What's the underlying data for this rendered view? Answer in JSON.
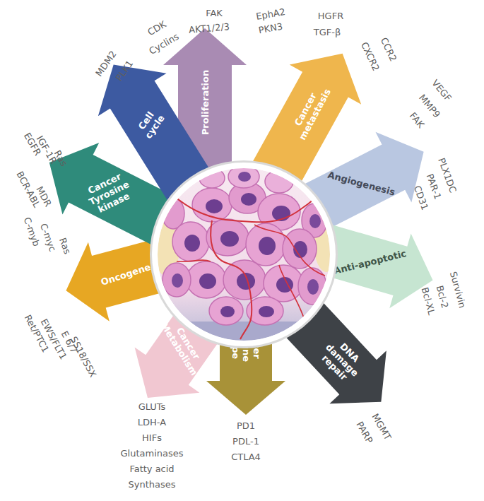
{
  "diagram": {
    "nodes": [
      {
        "text": [
          "Proliferation"
        ]
      },
      {
        "text": [
          "Cancer metastasis"
        ]
      },
      {
        "text": [
          "Angiogenesis"
        ]
      },
      {
        "text": [
          "Anti-apoptotic"
        ]
      },
      {
        "text": [
          "DNA damage repair"
        ]
      },
      {
        "text": [
          "Cancer Immune escape"
        ]
      },
      {
        "text": [
          "Cancer Metabolism"
        ]
      },
      {
        "text": [
          "Oncogene"
        ]
      },
      {
        "text": [
          "Cancer Tyrosine kinase"
        ]
      },
      {
        "text": [
          "Cell cycle"
        ]
      }
    ],
    "labels": [
      "CDK",
      "Cyclins",
      "MDM2",
      "PLK1",
      "FAK",
      "AKT1/2/3",
      "EphA2",
      "PKN3",
      "HGFR",
      "TGF-β",
      "CCR2",
      "CXCR2",
      "VEGF",
      "MMP9",
      "FAK",
      "PLX1DC",
      "PAR-1",
      "CD31",
      "Survivin",
      "Bcl-2",
      "Bcl-XL",
      "MGMT",
      "PARP",
      "PD1",
      "PDL-1",
      "CTLA4",
      "GLUTs",
      "LDH-A",
      "HIFs",
      "Glutaminases",
      "Fatty acid",
      "Synthases",
      "Ret/PTC1",
      "EWS/FLT1",
      "E 6/7",
      "SS18/SSX",
      "C-myb",
      "C-myc",
      "Ras",
      "BCR-ABL",
      "MDR",
      "Ras",
      "IGF-1R",
      "EGFR"
    ]
  }
}
